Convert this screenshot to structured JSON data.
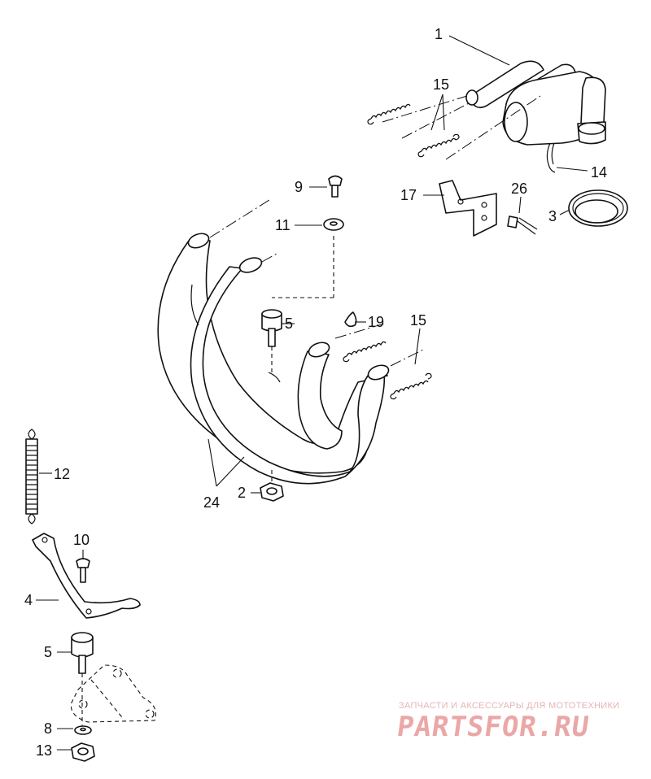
{
  "diagram": {
    "labels": {
      "l1": "1",
      "l15a": "15",
      "l14": "14",
      "l17": "17",
      "l26": "26",
      "l3": "3",
      "l9": "9",
      "l11": "11",
      "l5a": "5",
      "l19": "19",
      "l15b": "15",
      "l2": "2",
      "l24": "24",
      "l12": "12",
      "l10": "10",
      "l4": "4",
      "l5b": "5",
      "l8": "8",
      "l13": "13"
    }
  },
  "watermark": {
    "tagline": "ЗАПЧАСТИ И АКСЕССУАРЫ ДЛЯ МОТОТЕХНИКИ",
    "logo": "PARTSFOR.RU"
  },
  "colors": {
    "ink": "#111111",
    "watermark": "#eba7a7",
    "background": "#ffffff"
  }
}
